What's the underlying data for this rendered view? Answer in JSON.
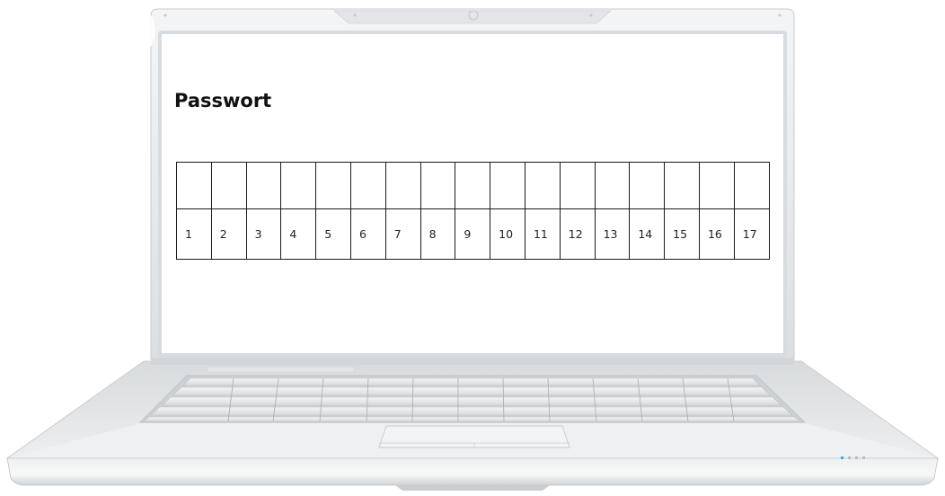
{
  "page": {
    "title": "Passwort"
  },
  "grid": {
    "cells": [
      {
        "number": "1"
      },
      {
        "number": "2"
      },
      {
        "number": "3"
      },
      {
        "number": "4"
      },
      {
        "number": "5"
      },
      {
        "number": "6"
      },
      {
        "number": "7"
      },
      {
        "number": "8"
      },
      {
        "number": "9"
      },
      {
        "number": "10"
      },
      {
        "number": "11"
      },
      {
        "number": "12"
      },
      {
        "number": "13"
      },
      {
        "number": "14"
      },
      {
        "number": "15"
      },
      {
        "number": "16"
      },
      {
        "number": "17"
      }
    ]
  },
  "colors": {
    "grid_border": "#1a1a1a",
    "laptop_body": "#e9ebec",
    "power_led": "#2ab4e8"
  }
}
